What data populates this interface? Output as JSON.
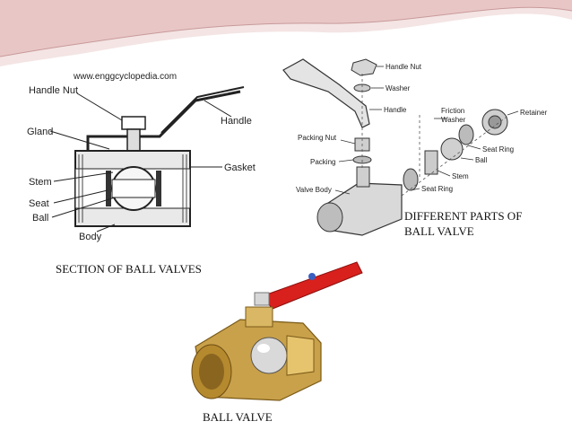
{
  "slide": {
    "captions": {
      "section": "SECTION OF BALL VALVES",
      "different_line1": "DIFFERENT PARTS OF",
      "different_line2": "BALL VALVE",
      "photo": "BALL VALVE"
    },
    "section_diagram": {
      "watermark": "www.enggcyclopedia.com",
      "labels": {
        "handle_nut": "Handle Nut",
        "handle": "Handle",
        "gland": "Gland",
        "gasket": "Gasket",
        "stem": "Stem",
        "seat": "Seat",
        "ball": "Ball",
        "body": "Body"
      }
    },
    "exploded_diagram": {
      "labels": {
        "handle_nut": "Handle Nut",
        "washer": "Washer",
        "handle": "Handle",
        "friction_washer_1": "Friction",
        "friction_washer_2": "Washer",
        "retainer": "Retainer",
        "packing_nut": "Packing Nut",
        "seat_ring_top": "Seat Ring",
        "packing": "Packing",
        "ball": "Ball",
        "stem": "Stem",
        "valve_body": "Valve Body",
        "seat_ring_bottom": "Seat Ring"
      }
    },
    "colors": {
      "wave_pink": "#e9c6c6",
      "wave_light": "#f4e4e4",
      "handle_red": "#d8201c",
      "brass": "#c9a14a"
    }
  }
}
